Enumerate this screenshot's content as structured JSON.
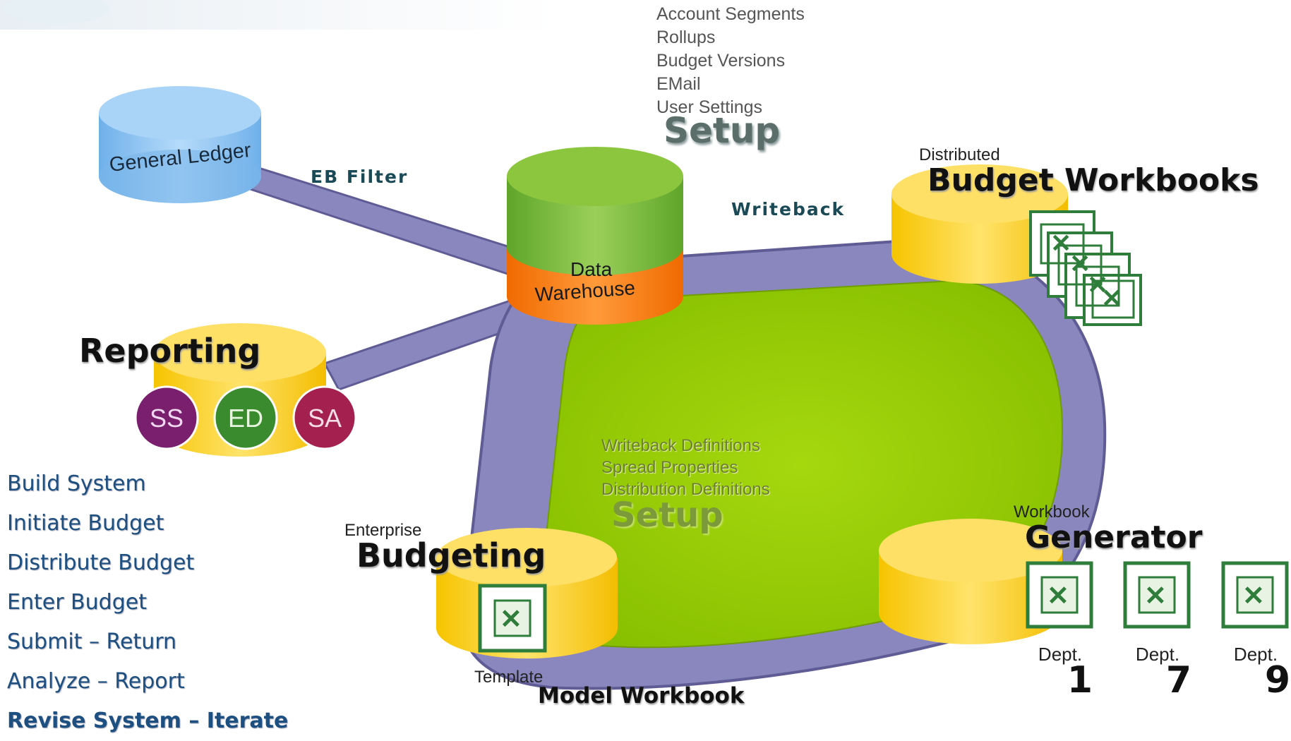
{
  "setup_top": {
    "items": [
      "Account Segments",
      "Rollups",
      "Budget Versions",
      "EMail",
      "User Settings"
    ],
    "title": "Setup"
  },
  "nodes": {
    "general_ledger": "General Ledger",
    "data_warehouse_line1": "Data",
    "data_warehouse_line2": "Warehouse",
    "reporting": "Reporting",
    "reporting_badges": [
      {
        "label": "SS",
        "color": "#7a1f6e"
      },
      {
        "label": "ED",
        "color": "#3a8a2e"
      },
      {
        "label": "SA",
        "color": "#a3204f"
      }
    ],
    "distributed_small": "Distributed",
    "budget_workbooks": "Budget Workbooks",
    "workbook_small": "Workbook",
    "generator": "Generator",
    "enterprise_small": "Enterprise",
    "budgeting": "Budgeting",
    "template_small": "Template",
    "model_workbook": "Model Workbook"
  },
  "connections": {
    "eb_filter": "EB Filter",
    "writeback": "Writeback"
  },
  "setup_inner": {
    "items": [
      "Writeback Definitions",
      "Spread Properties",
      "Distribution Definitions"
    ],
    "title": "Setup"
  },
  "departments": [
    {
      "label": "Dept.",
      "number": "1"
    },
    {
      "label": "Dept.",
      "number": "7"
    },
    {
      "label": "Dept.",
      "number": "9"
    }
  ],
  "steps": [
    "Build System",
    "Initiate Budget",
    "Distribute Budget",
    "Enter Budget",
    "Submit – Return",
    "Analyze – Report",
    "Revise System – Iterate"
  ],
  "colors": {
    "track": "#8a87bf",
    "field": "#99cc00",
    "yellow_cylinder": "#ffd430",
    "green_top": "#7fbd3a",
    "orange": "#ff7f0e",
    "blue_cylinder": "#8ec3f0",
    "excel_green": "#2f7d3a",
    "step_text": "#1d4f80"
  }
}
